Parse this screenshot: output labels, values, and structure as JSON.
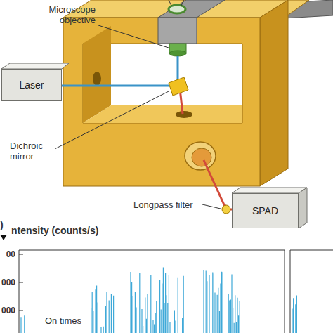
{
  "diagram": {
    "nodes": [
      {
        "text": [
          "Laser"
        ]
      },
      {
        "text": [
          "SPAD"
        ]
      }
    ],
    "labels": [
      "Microscope objective",
      "Dichroic mirror",
      "Longpass filter",
      ")",
      "ntensity (counts/s)",
      "00",
      "000",
      "000",
      "On times"
    ]
  }
}
